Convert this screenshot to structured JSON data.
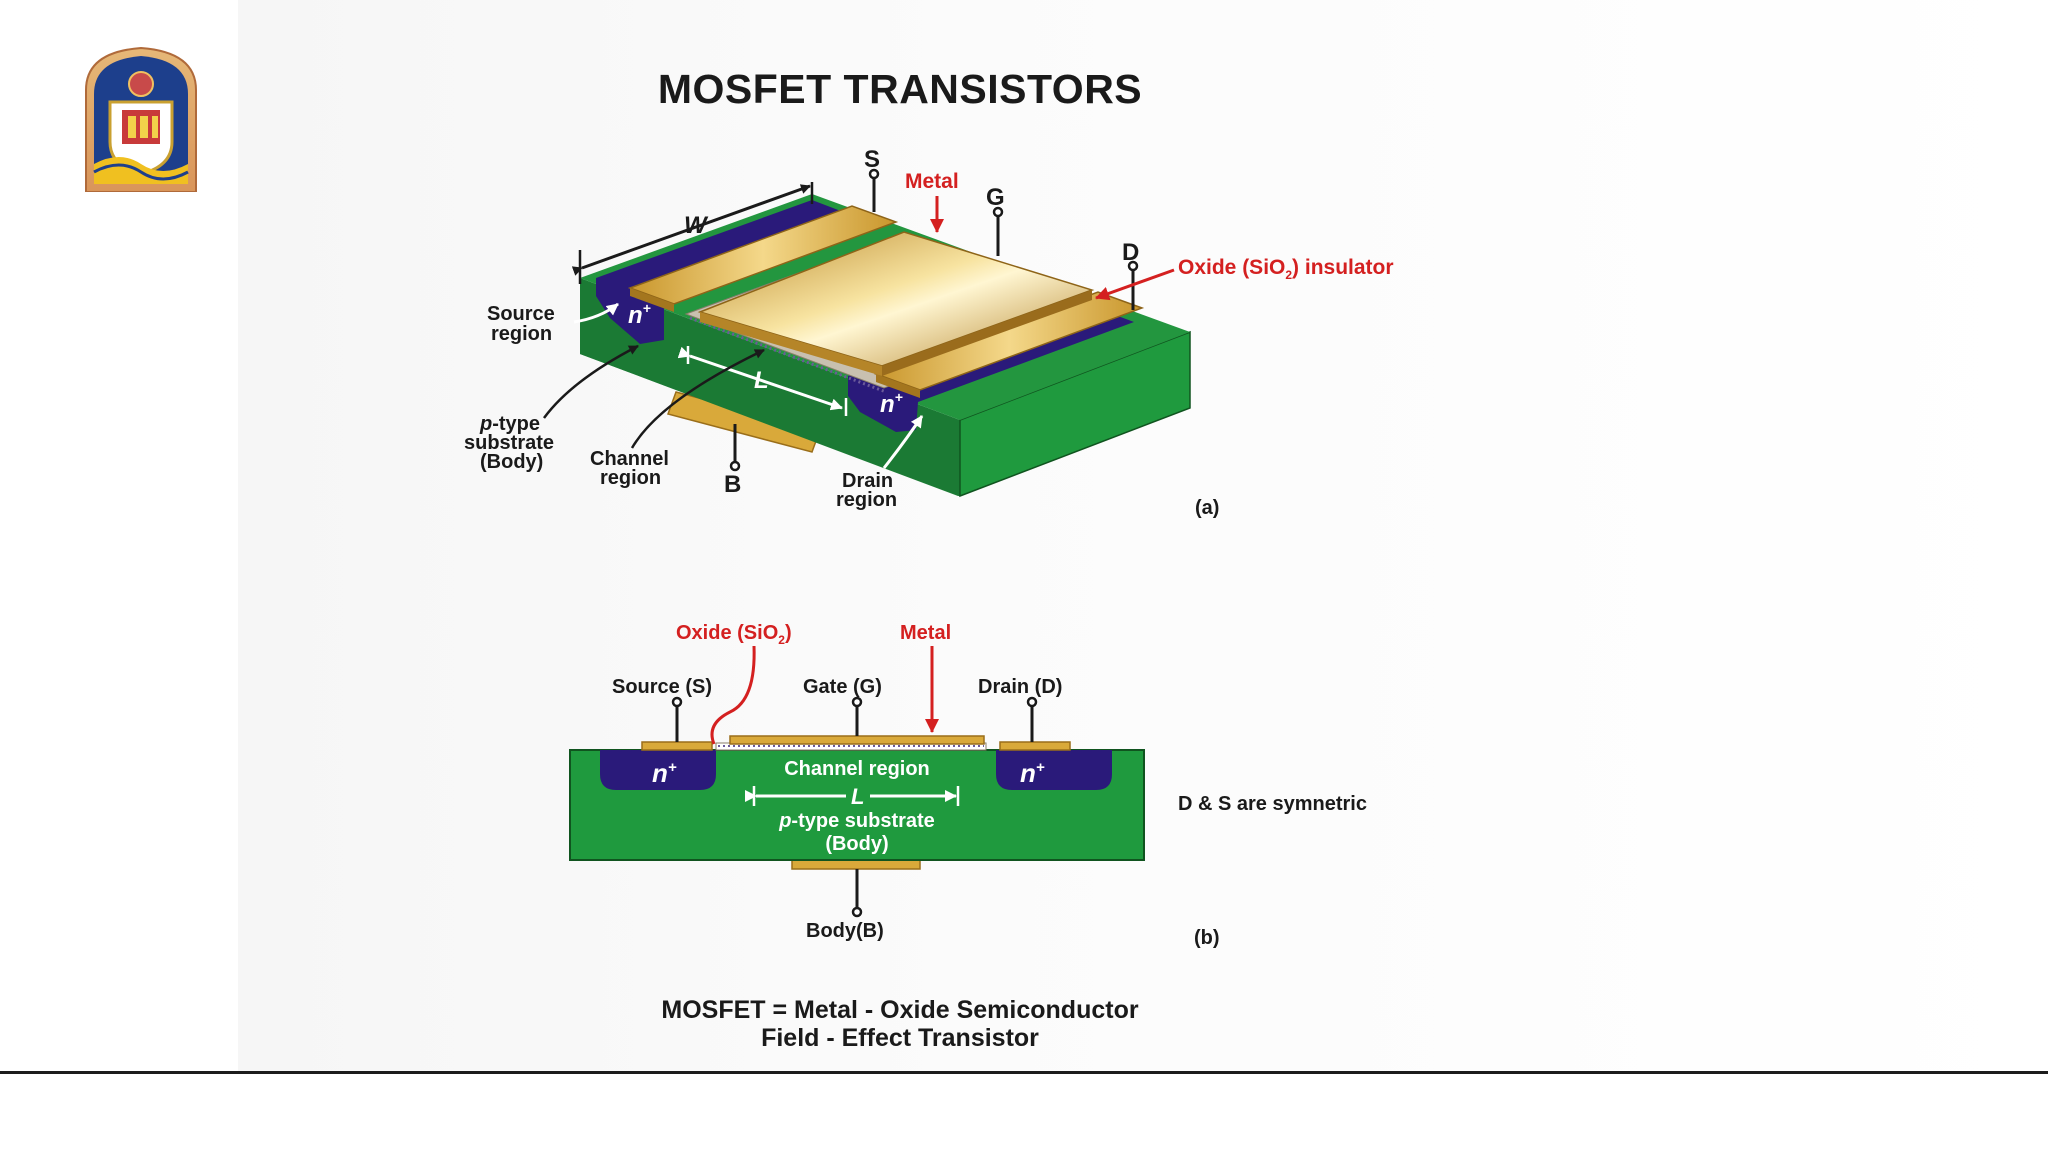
{
  "slide": {
    "title": "MOSFET TRANSISTORS",
    "caption_line1": "MOSFET = Metal - Oxide Semiconductor",
    "caption_line2": "Field - Effect Transistor"
  },
  "figure_a": {
    "panel_label": "(a)",
    "terminal_source": "S",
    "terminal_gate": "G",
    "terminal_drain": "D",
    "terminal_body": "B",
    "metal_label": "Metal",
    "oxide_label_pre": "Oxide (SiO",
    "oxide_label_sub": "2",
    "oxide_label_post": ")  insulator",
    "width_label": "W",
    "length_label": "L",
    "n_plus_base": "n",
    "n_plus_sup": "+",
    "source_region_line1": "Source",
    "source_region_line2": "region",
    "substrate_line1_italic": "p",
    "substrate_line1_rest": "-type",
    "substrate_line2": "substrate",
    "substrate_line3": "(Body)",
    "channel_line1": "Channel",
    "channel_line2": "region",
    "drain_region_line1": "Drain",
    "drain_region_line2": "region"
  },
  "figure_b": {
    "panel_label": "(b)",
    "oxide_label_pre": "Oxide (SiO",
    "oxide_label_sub": "2",
    "oxide_label_post": ")",
    "metal_label": "Metal",
    "source_label": "Source (S)",
    "gate_label": "Gate (G)",
    "drain_label": "Drain (D)",
    "n_plus_base": "n",
    "n_plus_sup": "+",
    "channel_label": "Channel region",
    "length_label": "L",
    "substrate_italic": "p",
    "substrate_rest": "-type substrate",
    "substrate_line2": "(Body)",
    "body_label": "Body(B)",
    "symmetry_note": "D & S are symnetric"
  },
  "colors": {
    "substrate_green": "#1f8a3c",
    "n_region_navy": "#2a1a7a",
    "metal_gold": "#d8a93a",
    "annotation_red": "#d42020",
    "text_dark": "#1a1a1a"
  }
}
